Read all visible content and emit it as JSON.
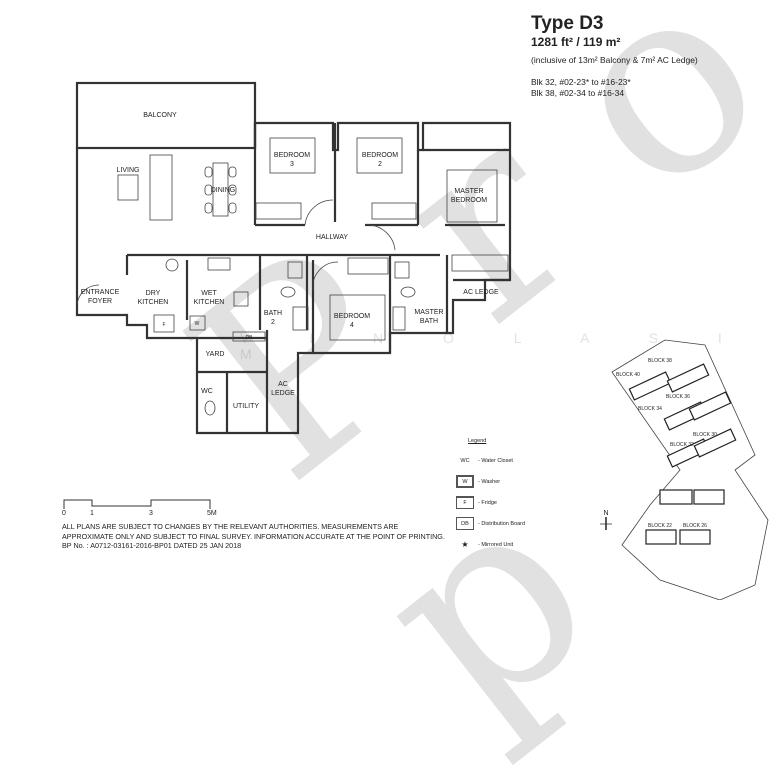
{
  "header": {
    "unit_type": "Type D3",
    "area": "1281 ft² / 119 m²",
    "inclusive_note": "(inclusive of 13m² Balcony & 7m² AC Ledge)",
    "units": [
      "Blk 32, #02-23* to #16-23*",
      "Blk 38, #02-34  to #16-34"
    ]
  },
  "rooms": {
    "balcony": "BALCONY",
    "living": "LIVING",
    "dining": "DINING",
    "bedroom3": [
      "BEDROOM",
      "3"
    ],
    "bedroom2": [
      "BEDROOM",
      "2"
    ],
    "master_bedroom": [
      "MASTER",
      "BEDROOM"
    ],
    "hallway": "HALLWAY",
    "entrance_foyer": [
      "ENTRANCE",
      "FOYER"
    ],
    "dry_kitchen": [
      "DRY",
      "KITCHEN"
    ],
    "wet_kitchen": [
      "WET",
      "KITCHEN"
    ],
    "bath2": [
      "BATH",
      "2"
    ],
    "bedroom4": [
      "BEDROOM",
      "4"
    ],
    "master_bath": [
      "MASTER",
      "BATH"
    ],
    "ac_ledge_right": "AC LEDGE",
    "yard": "YARD",
    "wc": "WC",
    "utility": "UTILITY",
    "ac_ledge_bottom": [
      "AC",
      "LEDGE"
    ],
    "db": "DB",
    "fridge": "F",
    "washer": "W"
  },
  "legend": {
    "title": "Legend",
    "items": [
      {
        "key": "WC",
        "label": "- Water Closet"
      },
      {
        "key": "W",
        "label": "- Washer"
      },
      {
        "key": "F",
        "label": "- Fridge"
      },
      {
        "key": "DB",
        "label": "- Distribution Board"
      },
      {
        "key": "★",
        "label": "- Mirrored Unit"
      }
    ]
  },
  "scale_bar": {
    "ticks": [
      "0",
      "1",
      "3",
      "5M"
    ]
  },
  "site_plan": {
    "north": "N",
    "blocks": [
      "BLOCK 40",
      "BLOCK 38",
      "BLOCK 34",
      "BLOCK 36",
      "BLOCK 32",
      "BLOCK 30",
      "BLOCK 22",
      "BLOCK 26"
    ]
  },
  "disclaimer": [
    "ALL PLANS ARE SUBJECT TO CHANGES BY THE RELEVANT AUTHORITIES. MEASUREMENTS ARE",
    "APPROXIMATE ONLY AND SUBJECT TO FINAL SURVEY. INFORMATION ACCURATE AT THE POINT OF PRINTING.",
    "BP No. : A0712-03161-2016-BP01 DATED 25 JAN 2018"
  ],
  "watermark": {
    "logo": "Prop",
    "name": "V I N O L A   S I M"
  }
}
